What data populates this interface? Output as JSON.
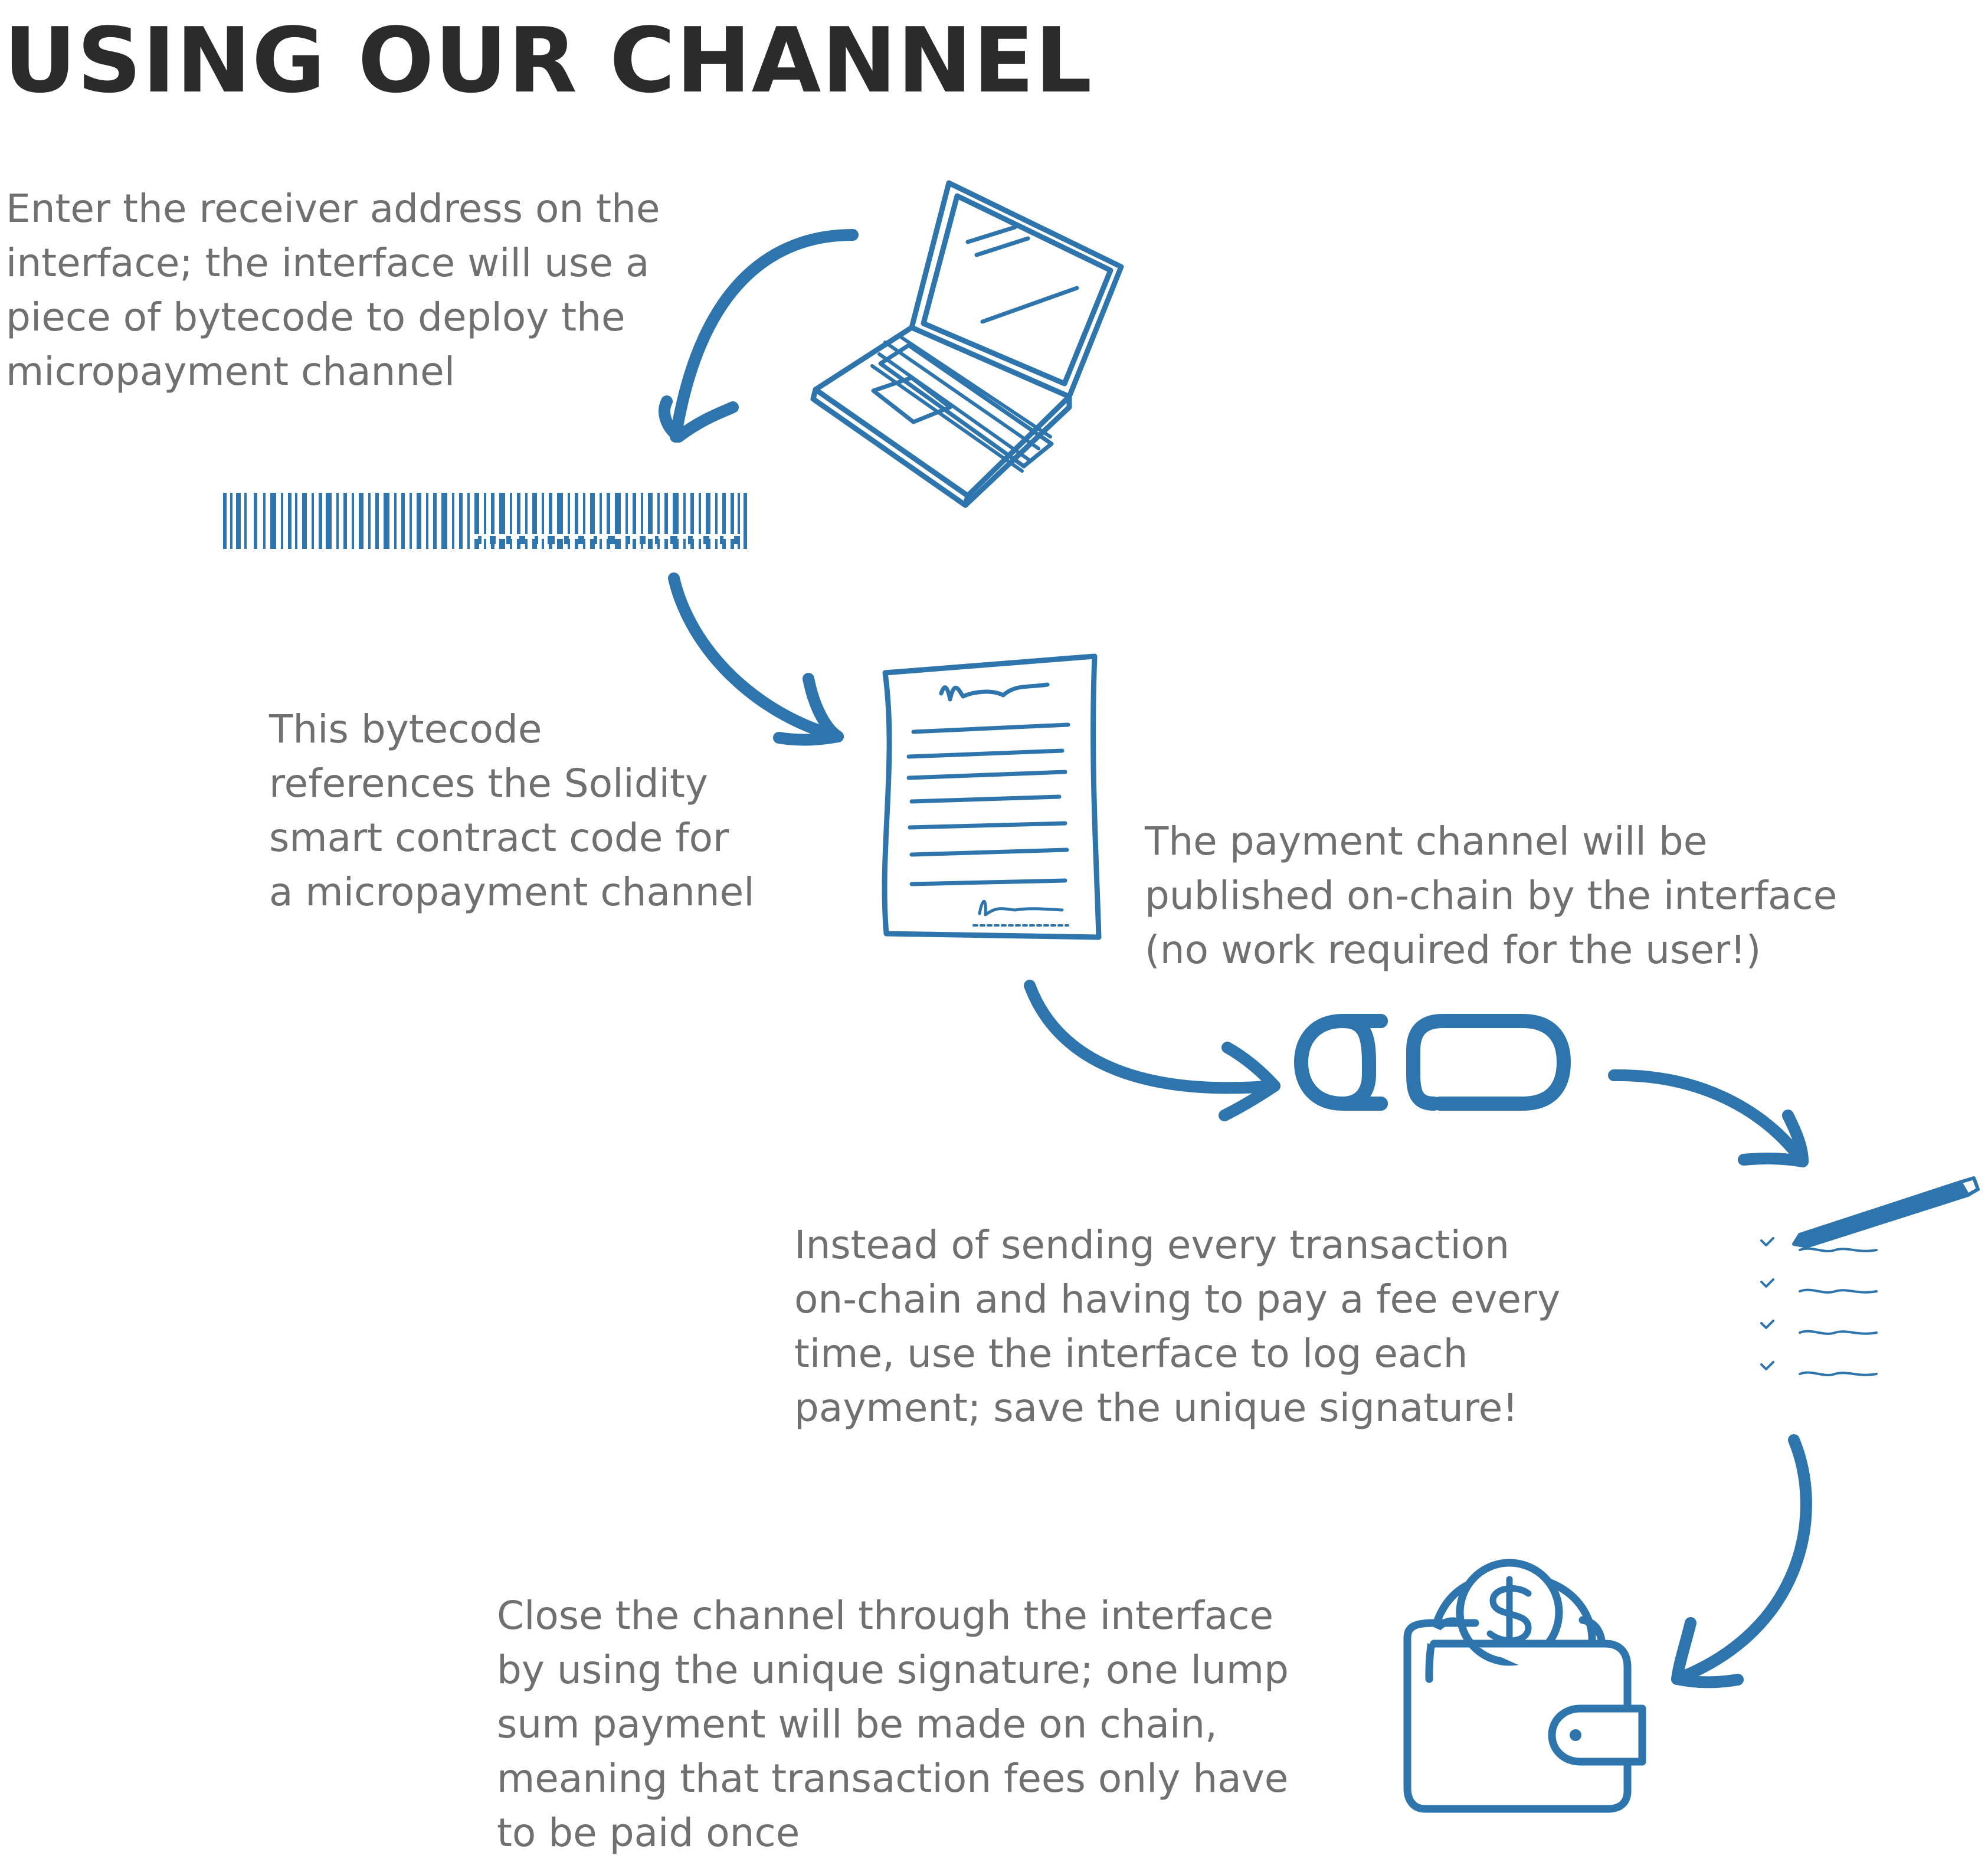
{
  "title": "USING OUR CHANNEL",
  "steps": [
    {
      "lines": [
        "Enter the receiver address on the",
        "interface; the interface will use a",
        "piece of bytecode to deploy the",
        "micropayment channel"
      ]
    },
    {
      "lines": [
        "This bytecode",
        "references the Solidity",
        "smart contract code for",
        "a micropayment channel"
      ]
    },
    {
      "lines": [
        "The payment channel will be",
        "published on-chain by the interface",
        "(no work required for the user!)"
      ]
    },
    {
      "lines": [
        "Instead of sending every transaction",
        "on-chain and having to pay a fee every",
        "time, use the interface to log each",
        "payment; save the unique signature!"
      ]
    },
    {
      "lines": [
        "Close the channel  through the interface",
        "by using the unique signature; one lump",
        "sum payment will be made on chain,",
        "meaning that transaction fees only have",
        "to be paid once"
      ]
    }
  ],
  "icons": [
    "laptop-icon",
    "barcode-icon",
    "contract-document-icon",
    "chain-link-icon",
    "checklist-pen-icon",
    "wallet-coin-icon"
  ],
  "colors": {
    "accent": "#2e75ad",
    "title": "#2b2b2b",
    "body_text": "#707070",
    "background": "#ffffff"
  }
}
